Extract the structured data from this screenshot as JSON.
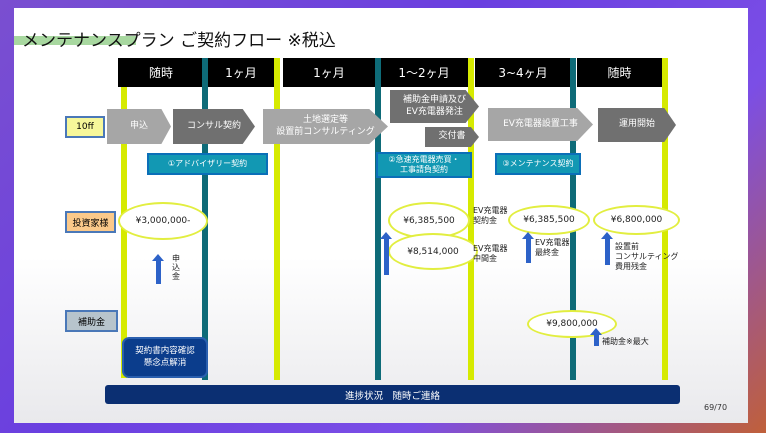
{
  "title": "メンテナンスプラン ご契約フロー ※税込",
  "headers": [
    "随時",
    "1ヶ月",
    "1ヶ月",
    "1〜2ヶ月",
    "3~4ヶ月",
    "随時"
  ],
  "row_label": "10ff",
  "steps": {
    "apply": "申込",
    "consul": "コンサル契約",
    "land": "土地選定等\n設置前コンサルティング",
    "subsidy_apply": "補助金申請及び\nEV充電器発注",
    "grant": "交付書",
    "install": "EV充電器設置工事",
    "operate": "運用開始"
  },
  "contracts": [
    "①アドバイザリー契約",
    "②急速充電器売買・\n工事請負契約",
    "③メンテナンス契約"
  ],
  "labels": {
    "investor": "投資家様",
    "subsidy": "補助金"
  },
  "amounts": {
    "apply_fee": "¥3,000,000-",
    "contract_fee": "¥6,385,500",
    "interim_fee": "¥8,514,000",
    "final_fee": "¥6,385,500",
    "consul_rest": "¥6,800,000",
    "subsidy_max": "¥9,800,000"
  },
  "notes": {
    "apply_fee": "申\n込\n金",
    "contract_fee": "EV充電器\n契約金",
    "interim_fee": "EV充電器\n中間金",
    "final_fee": "EV充電器\n最終金",
    "consul_rest": "設置前\nコンサルティング\n費用残金",
    "subsidy_max": "補助金※最大"
  },
  "check_box": "契約書内容確認\n懸念点解消",
  "progress_bar": "進捗状況　随時ご連絡",
  "page_number": "69/70"
}
